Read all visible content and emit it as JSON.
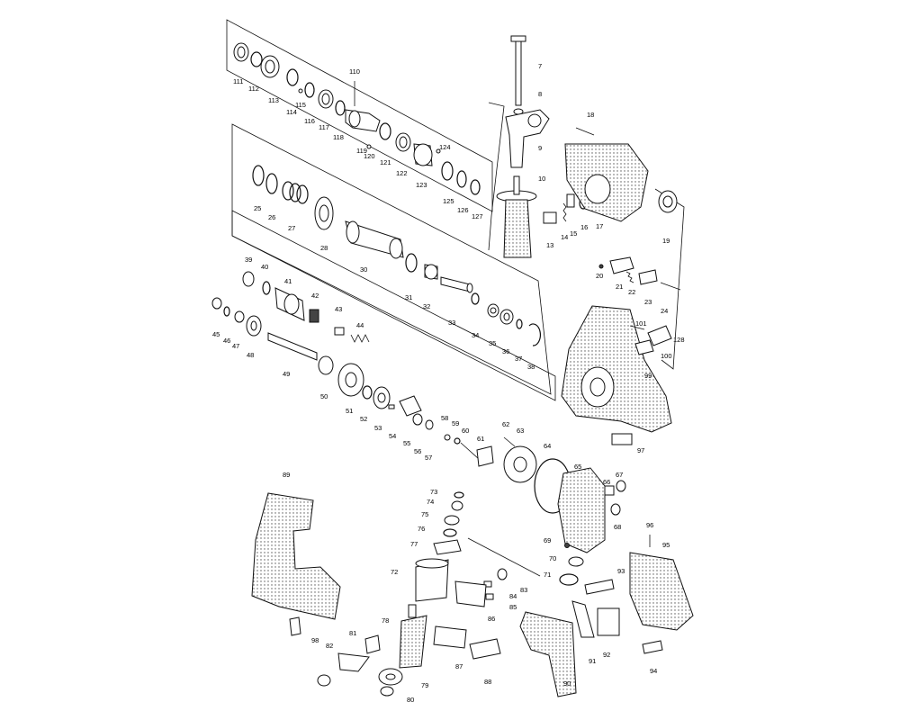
{
  "labels": {
    "l7": "7",
    "l8": "8",
    "l9": "9",
    "l10": "10",
    "l13": "13",
    "l14": "14",
    "l15": "15",
    "l16": "16",
    "l17": "17",
    "l18": "18",
    "l19": "19",
    "l20": "20",
    "l21": "21",
    "l22": "22",
    "l23": "23",
    "l24": "24",
    "l25": "25",
    "l26": "26",
    "l27": "27",
    "l28": "28",
    "l30": "30",
    "l31": "31",
    "l32": "32",
    "l33": "33",
    "l34": "34",
    "l35": "35",
    "l36": "36",
    "l37": "37",
    "l38": "38",
    "l39": "39",
    "l40": "40",
    "l41": "41",
    "l42": "42",
    "l43": "43",
    "l44": "44",
    "l45": "45",
    "l46": "46",
    "l47": "47",
    "l48": "48",
    "l49": "49",
    "l50": "50",
    "l51": "51",
    "l52": "52",
    "l53": "53",
    "l54": "54",
    "l55": "55",
    "l56": "56",
    "l57": "57",
    "l58": "58",
    "l59": "59",
    "l60": "60",
    "l61": "61",
    "l62": "62",
    "l63": "63",
    "l64": "64",
    "l65": "65",
    "l66": "66",
    "l67": "67",
    "l68": "68",
    "l69": "69",
    "l70": "70",
    "l71": "71",
    "l72": "72",
    "l73": "73",
    "l74": "74",
    "l75": "75",
    "l76": "76",
    "l77": "77",
    "l78": "78",
    "l79": "79",
    "l80": "80",
    "l81": "81",
    "l82": "82",
    "l83": "83",
    "l84": "84",
    "l85": "85",
    "l86": "86",
    "l87": "87",
    "l88": "88",
    "l89": "89",
    "l90": "90",
    "l91": "91",
    "l92": "92",
    "l93": "93",
    "l94": "94",
    "l95": "95",
    "l96": "96",
    "l97": "97",
    "l98": "98",
    "l99": "99",
    "l100": "100",
    "l101": "101",
    "l110": "110",
    "l111": "111",
    "l112": "112",
    "l113": "113",
    "l114": "114",
    "l115": "115",
    "l116": "116",
    "l117": "117",
    "l118": "118",
    "l119": "119",
    "l120": "120",
    "l121": "121",
    "l122": "122",
    "l123": "123",
    "l124": "124",
    "l125": "125",
    "l126": "126",
    "l127": "127",
    "l128": "128"
  }
}
